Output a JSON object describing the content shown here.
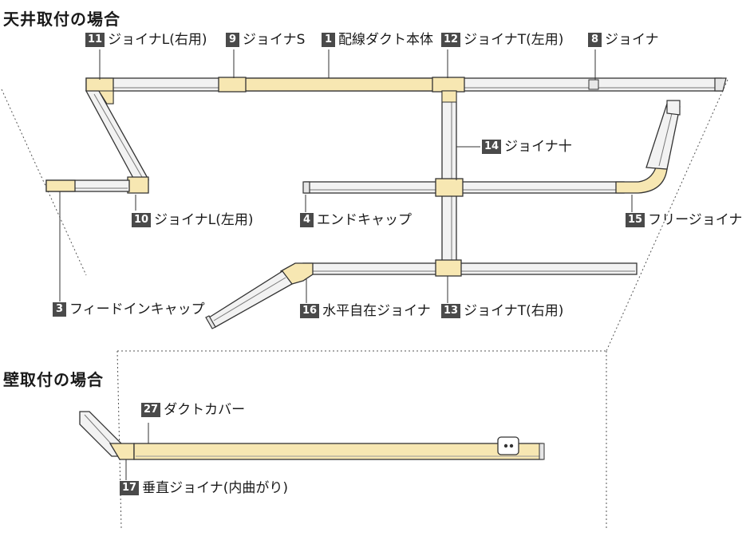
{
  "sections": {
    "ceiling": "天井取付の場合",
    "wall": "壁取付の場合"
  },
  "colors": {
    "duct": "#f2f2f2",
    "joiner": "#f7e7b2",
    "outline": "#333333",
    "badge": "#4a4a4a"
  },
  "labels": {
    "l11": {
      "num": "11",
      "text": "ジョイナL(右用)"
    },
    "l9": {
      "num": "9",
      "text": "ジョイナS"
    },
    "l1": {
      "num": "1",
      "text": "配線ダクト本体"
    },
    "l12": {
      "num": "12",
      "text": "ジョイナT(左用)"
    },
    "l8": {
      "num": "8",
      "text": "ジョイナ"
    },
    "l14": {
      "num": "14",
      "text": "ジョイナ十"
    },
    "l10": {
      "num": "10",
      "text": "ジョイナL(左用)"
    },
    "l4": {
      "num": "4",
      "text": "エンドキャップ"
    },
    "l15": {
      "num": "15",
      "text": "フリージョイナ"
    },
    "l3": {
      "num": "3",
      "text": "フィードインキャップ"
    },
    "l16": {
      "num": "16",
      "text": "水平自在ジョイナ"
    },
    "l13": {
      "num": "13",
      "text": "ジョイナT(右用)"
    },
    "l27": {
      "num": "27",
      "text": "ダクトカバー"
    },
    "l17": {
      "num": "17",
      "text": "垂直ジョイナ(内曲がり)"
    }
  }
}
